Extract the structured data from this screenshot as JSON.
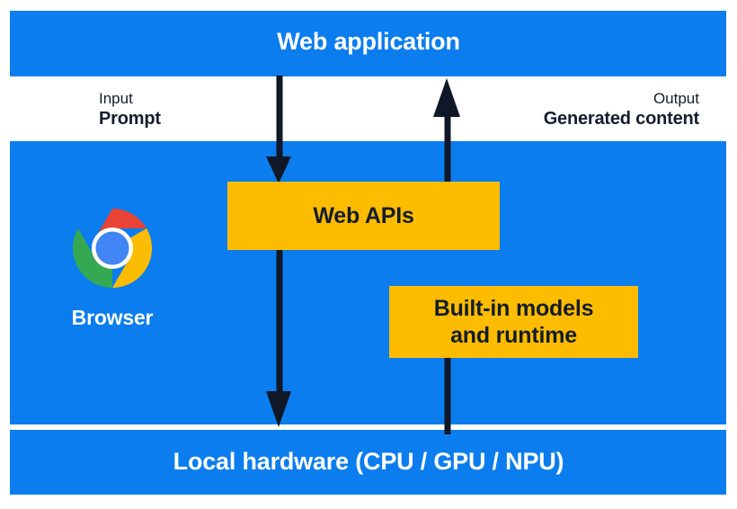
{
  "diagram": {
    "title": "Web application",
    "bands": {
      "top": {
        "label": "Web application",
        "color": "#0b7dee"
      },
      "middle": {
        "color": "#0b7dee"
      },
      "bottom": {
        "label": "Local hardware (CPU / GPU / NPU)",
        "color": "#0b7dee"
      }
    },
    "io": {
      "input": {
        "kind": "Input",
        "value": "Prompt"
      },
      "output": {
        "kind": "Output",
        "value": "Generated content"
      }
    },
    "boxes": [
      {
        "label": "Web APIs",
        "color": "#febc00"
      },
      {
        "label_line1": "Built-in models",
        "label_line2": "and runtime",
        "color": "#febc00"
      }
    ],
    "browser": {
      "label": "Browser",
      "icon": "chrome-logo-icon",
      "colors": {
        "red": "#ea4335",
        "yellow": "#fbbc04",
        "green": "#34a853",
        "blue": "#4285f4",
        "ring": "#ffffff"
      }
    },
    "arrows": {
      "down_top": "arrow-down",
      "up": "arrow-up",
      "down_bottom": "arrow-down",
      "color": "#101828"
    }
  }
}
